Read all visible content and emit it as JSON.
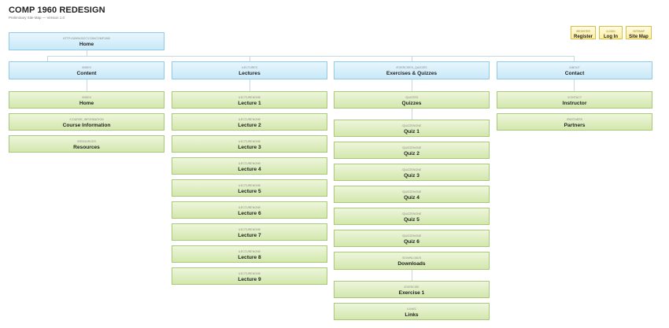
{
  "header": {
    "title": "COMP 1960 REDESIGN",
    "subtitle": "Preliminary Site Map — Version 1.0"
  },
  "utility": [
    {
      "path": "/REGISTER",
      "label": "Register"
    },
    {
      "path": "/LOGIN",
      "label": "Log In"
    },
    {
      "path": "/SITEMAP",
      "label": "Site Map"
    }
  ],
  "root": {
    "path": "HTTP://WWW.BCIT.COM/COMP1960",
    "label": "Home"
  },
  "columns": [
    {
      "head": {
        "path": "/INDEX",
        "label": "Content"
      },
      "children": [
        {
          "path": "/INDEX",
          "label": "Home"
        },
        {
          "path": "/COURSE_INFORMATION",
          "label": "Course Information"
        },
        {
          "path": "/RESOURCES",
          "label": "Resources"
        }
      ]
    },
    {
      "head": {
        "path": "/LECTURES",
        "label": "Lectures"
      },
      "children": [
        {
          "path": "/LECTURENONE",
          "label": "Lecture 1"
        },
        {
          "path": "/LECTURENONE",
          "label": "Lecture 2"
        },
        {
          "path": "/LECTURENONE",
          "label": "Lecture 3"
        },
        {
          "path": "/LECTURENONE",
          "label": "Lecture 4"
        },
        {
          "path": "/LECTURENONE",
          "label": "Lecture 5"
        },
        {
          "path": "/LECTURENONE",
          "label": "Lecture 6"
        },
        {
          "path": "/LECTURENONE",
          "label": "Lecture 7"
        },
        {
          "path": "/LECTURENONE",
          "label": "Lecture 8"
        },
        {
          "path": "/LECTURENONE",
          "label": "Lecture 9"
        }
      ]
    },
    {
      "head": {
        "path": "/EXERCISES_QUIZZES",
        "label": "Exercises & Quizzes"
      },
      "children": [
        {
          "path": "/QUIZZES",
          "label": "Quizzes"
        },
        {
          "path": "/QUIZZENONE",
          "label": "Quiz 1"
        },
        {
          "path": "/QUIZZENONE",
          "label": "Quiz 2"
        },
        {
          "path": "/QUIZZENONE",
          "label": "Quiz 3"
        },
        {
          "path": "/QUIZZENONE",
          "label": "Quiz 4"
        },
        {
          "path": "/QUIZZENONE",
          "label": "Quiz 5"
        },
        {
          "path": "/QUIZZENONE",
          "label": "Quiz 6"
        },
        {
          "path": "/DOWNLOADS",
          "label": "Downloads"
        },
        {
          "path": "/EXERCISE",
          "label": "Exercise 1"
        },
        {
          "path": "/LINKS",
          "label": "Links"
        }
      ]
    },
    {
      "head": {
        "path": "/ABOUT",
        "label": "Contact"
      },
      "children": [
        {
          "path": "/CONTACT",
          "label": "Instructor"
        },
        {
          "path": "/PARTNERS",
          "label": "Partners"
        }
      ]
    }
  ]
}
